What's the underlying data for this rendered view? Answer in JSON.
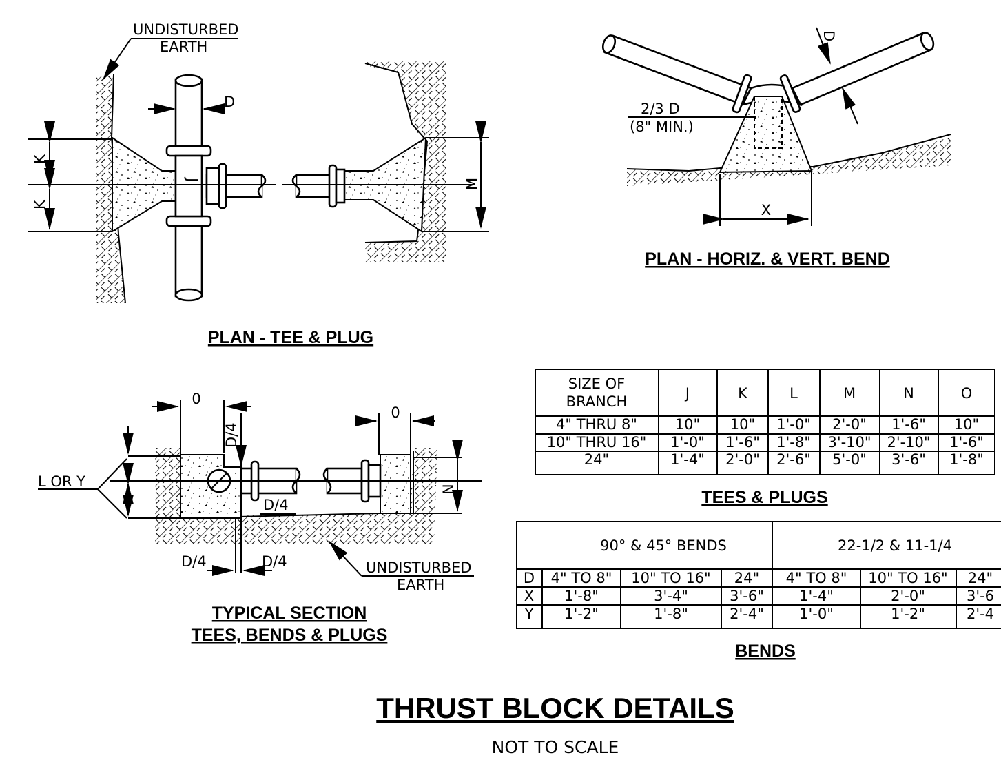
{
  "labels": {
    "undisturbed_1": "UNDISTURBED",
    "earth_1": "EARTH",
    "D": "D",
    "K": "K",
    "J": "J",
    "M": "M",
    "two_thirds_d": "2/3  D",
    "eight_min": "(8\"  MIN.)",
    "X": "X",
    "O": "0",
    "D4": "D/4",
    "L_or_Y": "L  OR  Y",
    "N": "N",
    "undisturbed_2": "UNDISTURBED",
    "earth_2": "EARTH"
  },
  "titles": {
    "plan_tee_plug": "PLAN - TEE & PLUG",
    "plan_bend": "PLAN - HORIZ. & VERT. BEND",
    "typical_section_1": "TYPICAL SECTION",
    "typical_section_2": "TEES, BENDS & PLUGS",
    "tees_plugs": "TEES & PLUGS",
    "bends": "BENDS",
    "main": "THRUST BLOCK DETAILS",
    "scale_note": "NOT  TO  SCALE"
  },
  "tees_table": {
    "size_header_1": "SIZE  OF",
    "size_header_2": "BRANCH",
    "columns": [
      "J",
      "K",
      "L",
      "M",
      "N",
      "O"
    ],
    "rows": [
      {
        "size": "4\"  THRU  8\"",
        "values": [
          "10\"",
          "10\"",
          "1'-0\"",
          "2'-0\"",
          "1'-6\"",
          "10\""
        ]
      },
      {
        "size": "10\"  THRU  16\"",
        "values": [
          "1'-0\"",
          "1'-6\"",
          "1'-8\"",
          "3'-10\"",
          "2'-10\"",
          "1'-6\""
        ]
      },
      {
        "size": "24\"",
        "values": [
          "1'-4\"",
          "2'-0\"",
          "2'-6\"",
          "5'-0\"",
          "3'-6\"",
          "1'-8\""
        ]
      }
    ]
  },
  "bends_table": {
    "group_1": "90°  &  45°  BENDS",
    "group_2": "22-1/2  &  11-1/4",
    "rows": [
      {
        "key": "D",
        "values": [
          "4\"  TO  8\"",
          "10\"  TO  16\"",
          "24\"",
          "4\"  TO  8\"",
          "10\"  TO  16\"",
          "24\""
        ]
      },
      {
        "key": "X",
        "values": [
          "1'-8\"",
          "3'-4\"",
          "3'-6\"",
          "1'-4\"",
          "2'-0\"",
          "3'-6"
        ]
      },
      {
        "key": "Y",
        "values": [
          "1'-2\"",
          "1'-8\"",
          "2'-4\"",
          "1'-0\"",
          "1'-2\"",
          "2'-4"
        ]
      }
    ]
  }
}
